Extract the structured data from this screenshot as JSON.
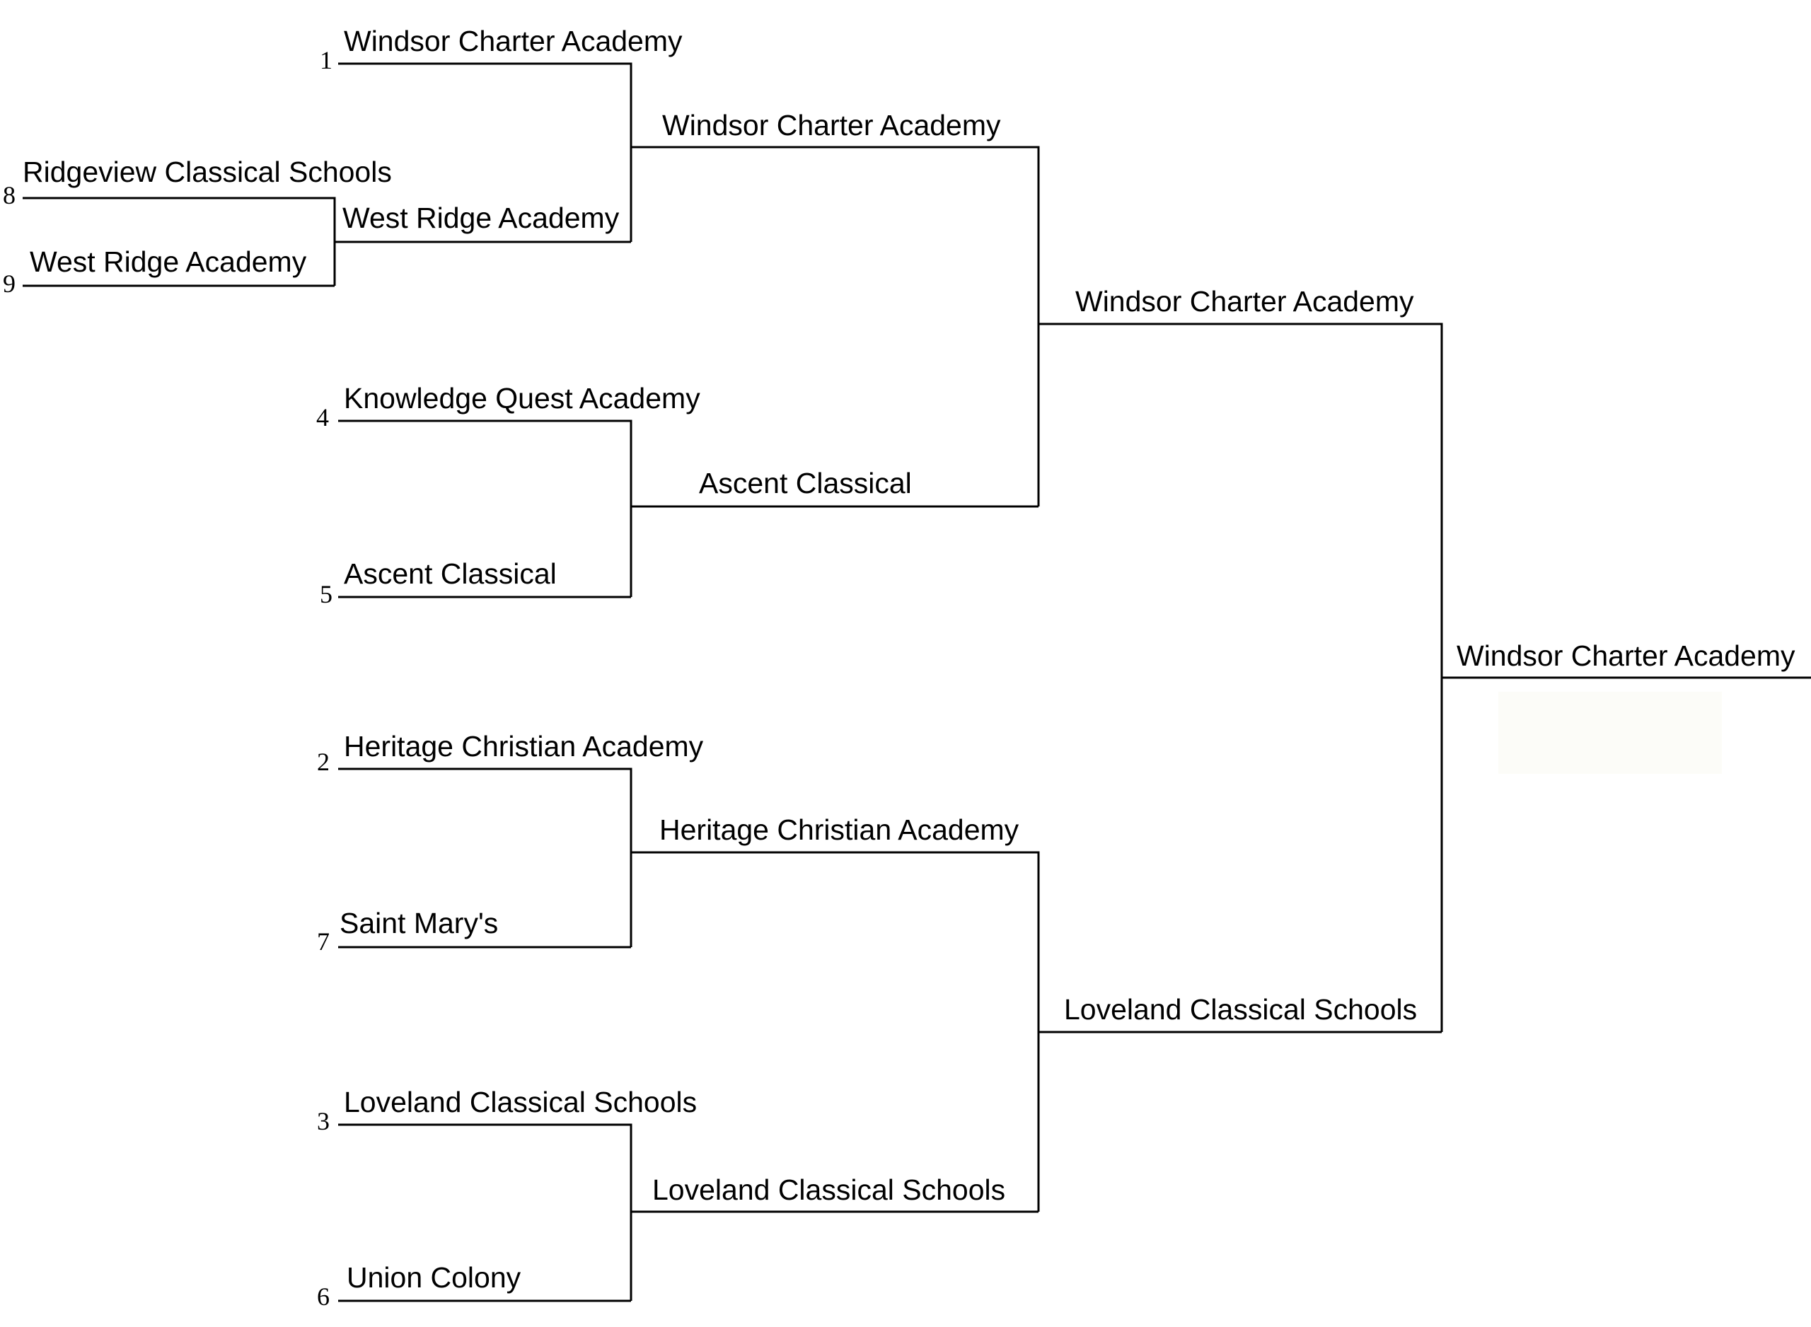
{
  "bracket": {
    "round1": {
      "r1_m1_top_team": "Ridgeview Classical Schools",
      "r1_m1_top_seed": "8",
      "r1_m1_bottom_team": "West Ridge Academy",
      "r1_m1_bottom_seed": "9"
    },
    "round2": {
      "m1_top_team": "Windsor Charter Academy",
      "m1_top_seed": "1",
      "m1_bottom_team": "West Ridge Academy",
      "m2_top_team": "Knowledge Quest Academy",
      "m2_top_seed": "4",
      "m2_bottom_team": "Ascent Classical",
      "m2_bottom_seed": "5",
      "m3_top_team": "Heritage Christian Academy",
      "m3_top_seed": "2",
      "m3_bottom_team": "Saint Mary's",
      "m3_bottom_seed": "7",
      "m4_top_team": "Loveland Classical Schools",
      "m4_top_seed": "3",
      "m4_bottom_team": "Union Colony",
      "m4_bottom_seed": "6"
    },
    "semifinals": {
      "m1_top_team": "Windsor Charter Academy",
      "m1_bottom_team": "Ascent Classical",
      "m2_top_team": "Heritage Christian Academy",
      "m2_bottom_team": "Loveland Classical Schools"
    },
    "final": {
      "top_team": "Windsor Charter Academy",
      "bottom_team": "Loveland Classical Schools"
    },
    "champion": {
      "team": "Windsor Charter Academy"
    }
  }
}
